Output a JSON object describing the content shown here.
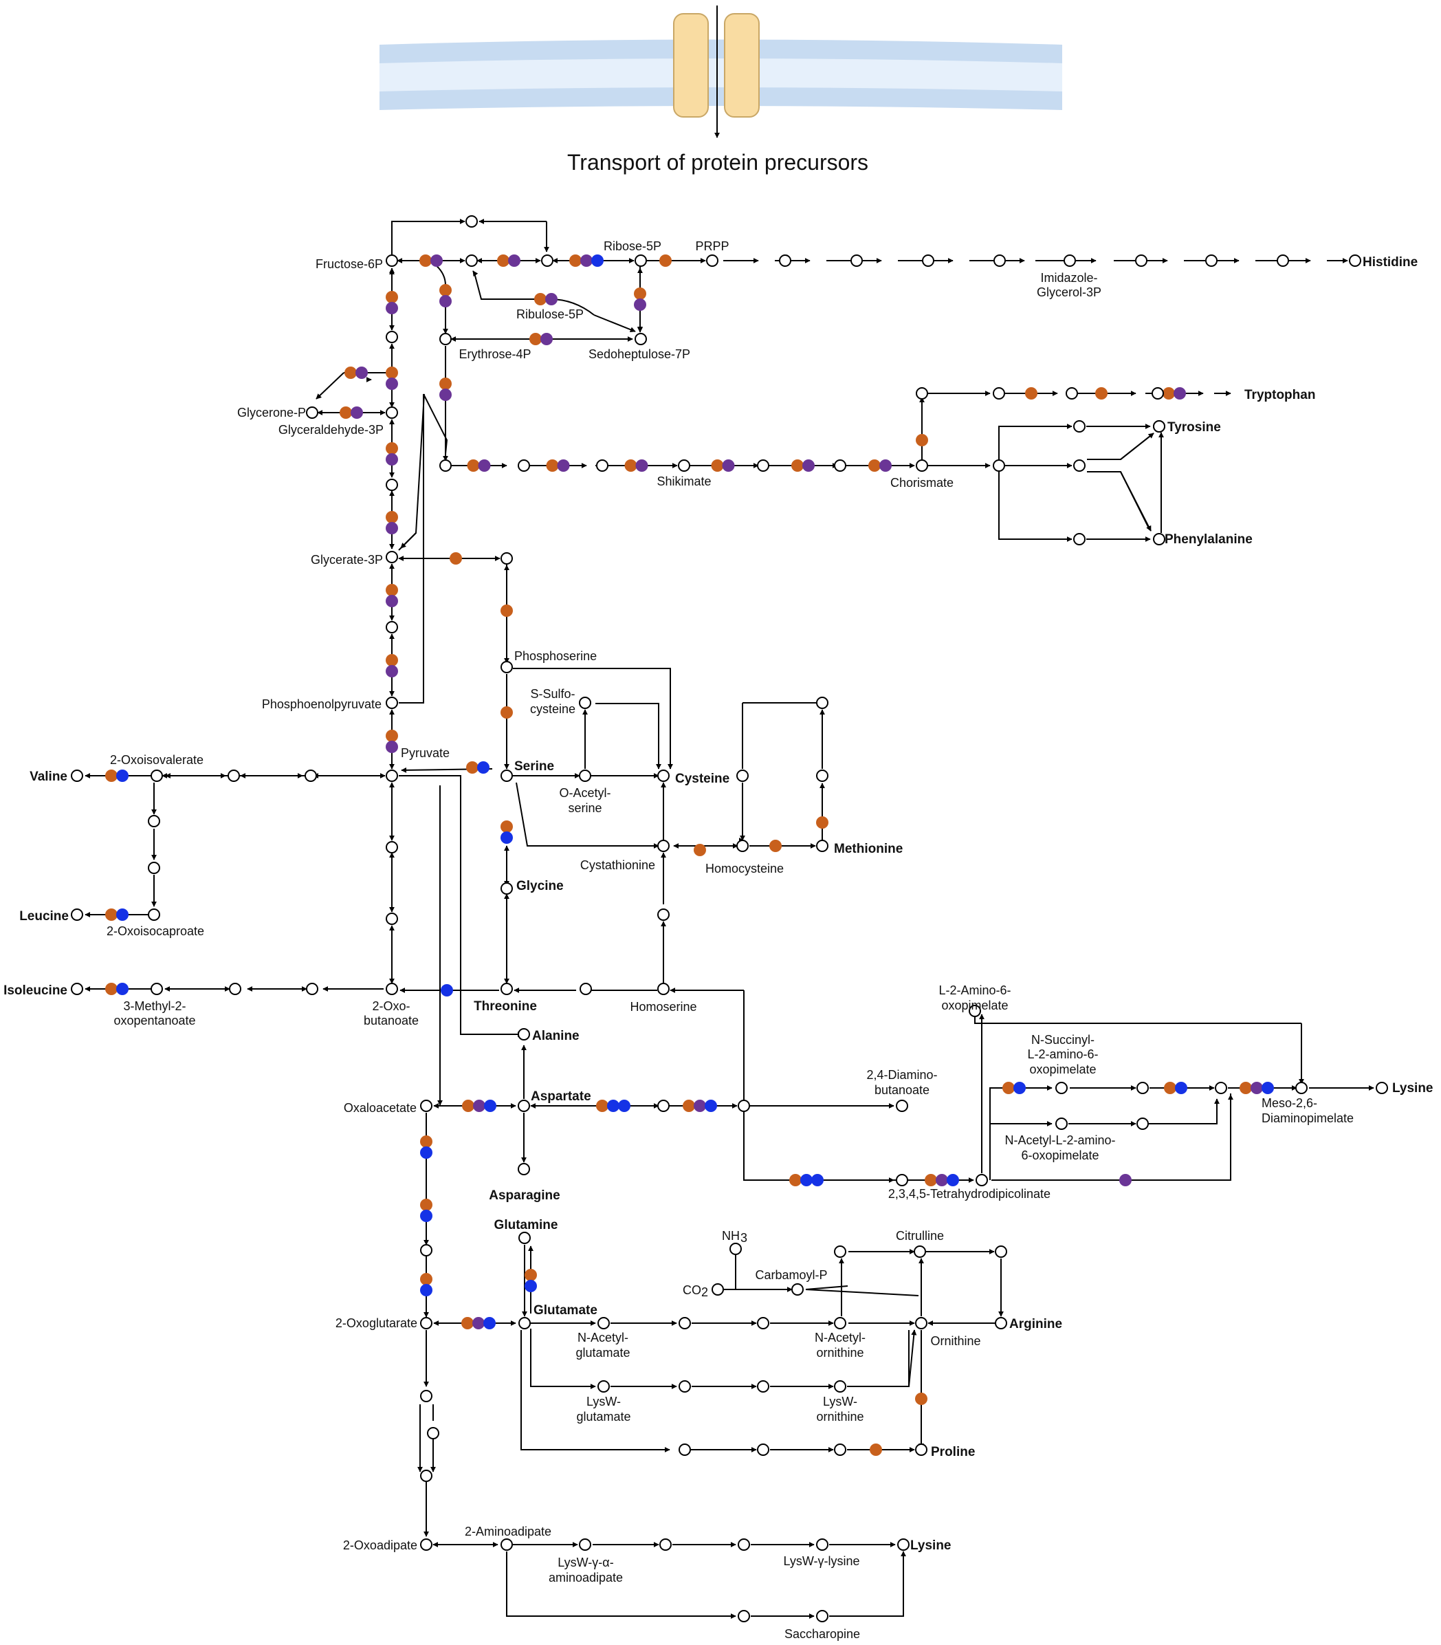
{
  "title": "Transport of protein precursors",
  "colors": {
    "membrane_outer": "#c7dbf1",
    "membrane_inner": "#e6f0fb",
    "channel": "#f9dca2",
    "amino_acid_text": "#1f3fd6",
    "orange_dot": "#c8601c",
    "purple_dot": "#6a3596",
    "blue_dot": "#1532e6",
    "edge": "#000000"
  },
  "icons": {
    "transporter": "membrane-channel-icon",
    "node": "circle-node-icon",
    "dot": "colored-dot-icon"
  },
  "labels": {
    "fructose6p": "Fructose-6P",
    "ribose5p": "Ribose-5P",
    "prpp": "PRPP",
    "histidine": "Histidine",
    "imidazole1": "Imidazole-",
    "imidazole2": "Glycerol-3P",
    "ribulose5p": "Ribulose-5P",
    "erythrose4p": "Erythrose-4P",
    "sedoheptulose7p": "Sedoheptulose-7P",
    "glyceroneP": "Glycerone-P",
    "glyceraldehyde3p": "Glyceraldehyde-3P",
    "tryptophan": "Tryptophan",
    "tyrosine": "Tyrosine",
    "shikimate": "Shikimate",
    "chorismate": "Chorismate",
    "phenylalanine": "Phenylalanine",
    "glycerate3p": "Glycerate-3P",
    "phosphoserine": "Phosphoserine",
    "sulfo1": "S-Sulfo-",
    "sulfo2": "cysteine",
    "pep": "Phosphoenolpyruvate",
    "oxoisovalerate": "2-Oxoisovalerate",
    "pyruvate": "Pyruvate",
    "valine": "Valine",
    "serine": "Serine",
    "cysteine": "Cysteine",
    "oacetyl1": "O-Acetyl-",
    "oacetyl2": "serine",
    "methionine": "Methionine",
    "cystathionine": "Cystathionine",
    "homocysteine": "Homocysteine",
    "glycine": "Glycine",
    "leucine": "Leucine",
    "oxoisocaproate": "2-Oxoisocaproate",
    "isoleucine": "Isoleucine",
    "methyloxo1": "3-Methyl-2-",
    "methyloxo2": "oxopentanoate",
    "oxobut1": "2-Oxo-",
    "oxobut2": "butanoate",
    "threonine": "Threonine",
    "homoserine": "Homoserine",
    "l2amino1": "L-2-Amino-6-",
    "l2amino2": "oxopimelate",
    "alanine": "Alanine",
    "nsucc1": "N-Succinyl-",
    "nsucc2": "L-2-amino-6-",
    "nsucc3": "oxopimelate",
    "diamino1": "2,4-Diamino-",
    "diamino2": "butanoate",
    "oxaloacetate": "Oxaloacetate",
    "aspartate": "Aspartate",
    "lysine": "Lysine",
    "meso1": "Meso-2,6-",
    "meso2": "Diaminopimelate",
    "nacetyl1": "N-Acetyl-L-2-amino-",
    "nacetyl2": "6-oxopimelate",
    "asparagine": "Asparagine",
    "thdp": "2,3,4,5-Tetrahydrodipicolinate",
    "glutamine": "Glutamine",
    "nh3": "NH",
    "nh3_sub": "3",
    "citrulline": "Citrulline",
    "carbamoylp": "Carbamoyl-P",
    "co2": "CO",
    "co2_sub": "2",
    "glutamate": "Glutamate",
    "oxoglutarate": "2-Oxoglutarate",
    "arginine": "Arginine",
    "nacglu1": "N-Acetyl-",
    "nacglu2": "glutamate",
    "nacorn1": "N-Acetyl-",
    "nacorn2": "ornithine",
    "ornithine": "Ornithine",
    "lyswglu1": "LysW-",
    "lyswglu2": "glutamate",
    "lysworn1": "LysW-",
    "lysworn2": "ornithine",
    "proline": "Proline",
    "aminoadipate": "2-Aminoadipate",
    "oxoadipate": "2-Oxoadipate",
    "lyswaa1": "LysW-γ-α-",
    "lyswaa2": "aminoadipate",
    "lyswlys": "LysW-γ-lysine",
    "lysine2": "Lysine",
    "saccharopine": "Saccharopine"
  }
}
